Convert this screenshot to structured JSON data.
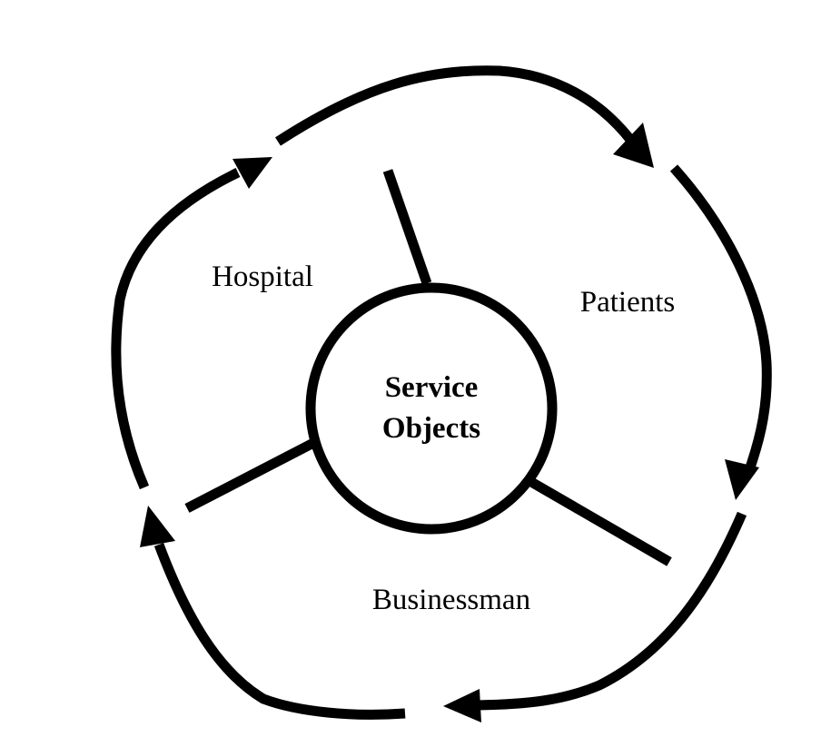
{
  "diagram": {
    "center": {
      "line1": "Service",
      "line2": "Objects"
    },
    "sectors": {
      "hospital": "Hospital",
      "patients": "Patients",
      "businessman": "Businessman"
    },
    "cycle_direction": "clockwise",
    "stroke_color": "#000000",
    "background_color": "#ffffff"
  }
}
